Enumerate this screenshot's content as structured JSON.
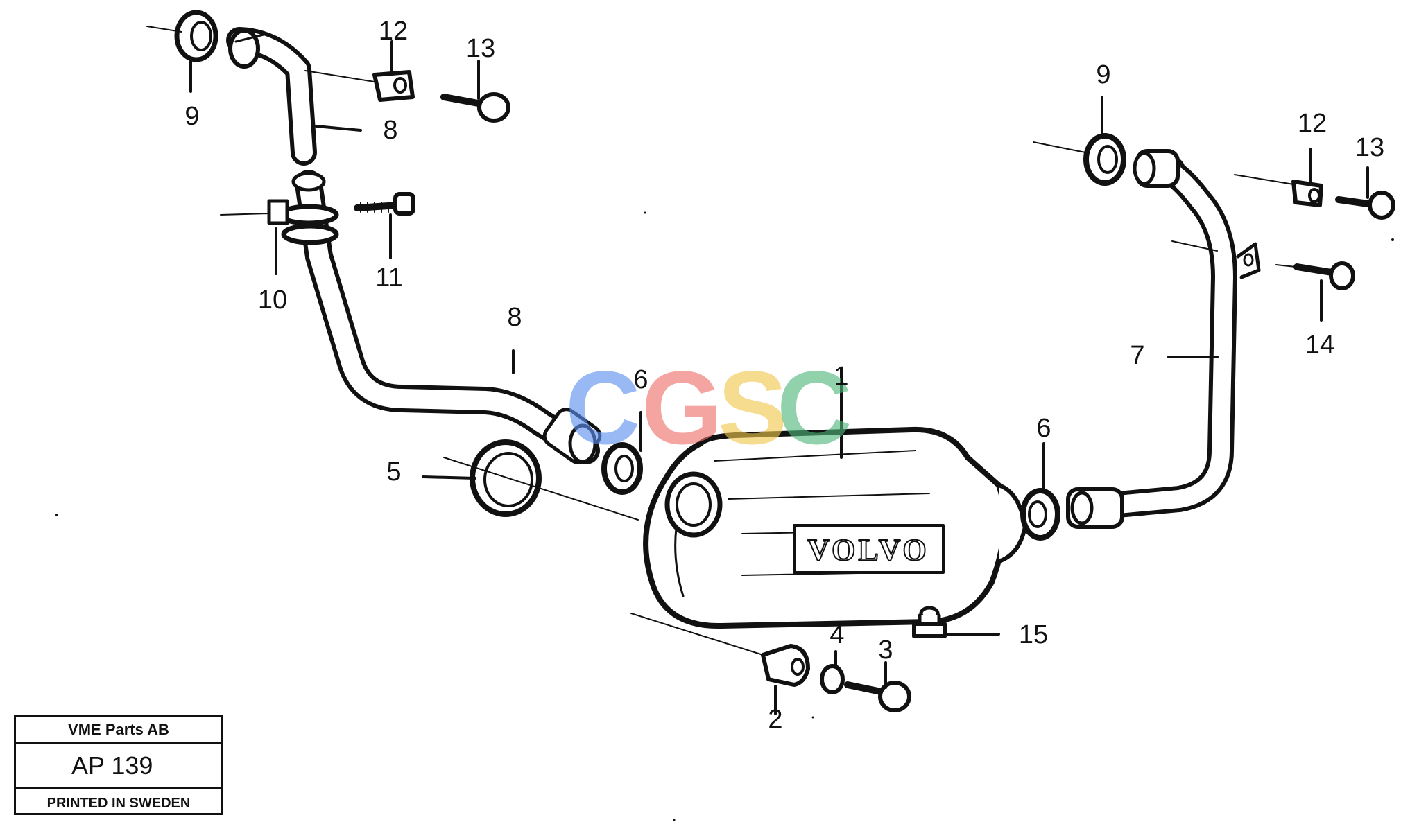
{
  "diagram": {
    "callouts": [
      "1",
      "2",
      "3",
      "4",
      "5",
      "6",
      "6",
      "7",
      "8",
      "8",
      "9",
      "9",
      "10",
      "11",
      "12",
      "12",
      "13",
      "13",
      "14",
      "15"
    ],
    "volvo_logo": "VOLVO",
    "watermark": [
      "C",
      "G",
      "S",
      "C"
    ],
    "colors": {
      "line": "#111111",
      "watermark": [
        "#5b8ff0",
        "#ef6f68",
        "#f2c84b",
        "#4fb87a"
      ]
    }
  },
  "title_block": {
    "company": "VME Parts AB",
    "code": "AP  139",
    "footer": "PRINTED IN SWEDEN"
  }
}
